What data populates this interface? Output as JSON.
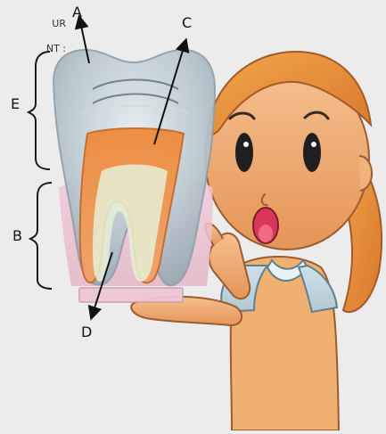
{
  "header_fragment": {
    "line1": "UR",
    "line2": "NT :"
  },
  "labels": {
    "A": "A",
    "B": "B",
    "C": "C",
    "D": "D",
    "E": "E"
  }
}
